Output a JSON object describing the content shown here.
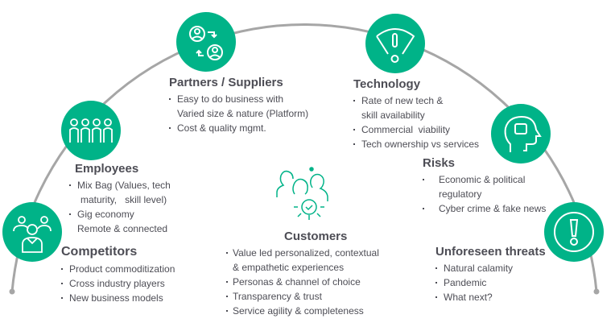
{
  "accent_color": "#00b388",
  "sections": {
    "partners": {
      "icon": "partner-exchange-icon",
      "title": "Partners / Suppliers",
      "items": [
        [
          "Easy to do business with",
          "Varied size & nature (Platform)"
        ],
        [
          "Cost & quality mgmt."
        ]
      ]
    },
    "technology": {
      "icon": "gauge-alert-icon",
      "title": "Technology",
      "items": [
        [
          "Rate of new tech &",
          "skill availability"
        ],
        [
          "Commercial  viability"
        ],
        [
          "Tech ownership vs services"
        ]
      ]
    },
    "employees": {
      "icon": "people-group-icon",
      "title": "Employees",
      "items": [
        [
          "Mix Bag (Values, tech",
          "maturity,   skill level)"
        ],
        [
          "Gig economy",
          "Remote & connected"
        ]
      ]
    },
    "risks": {
      "icon": "head-puzzle-icon",
      "title": "Risks",
      "items": [
        [
          "Economic & political",
          "regulatory"
        ],
        [
          "Cyber crime & fake news"
        ]
      ]
    },
    "competitors": {
      "icon": "competitors-group-icon",
      "title": "Competitors",
      "items": [
        [
          "Product commoditization"
        ],
        [
          "Cross industry players"
        ],
        [
          "New business models"
        ]
      ]
    },
    "unforeseen": {
      "icon": "exclamation-icon",
      "title": "Unforeseen threats",
      "items": [
        [
          "Natural calamity"
        ],
        [
          "Pandemic"
        ],
        [
          "What next?"
        ]
      ]
    },
    "customers": {
      "icon": "customers-hub-icon",
      "title": "Customers",
      "items": [
        [
          "Value led personalized, contextual",
          "& empathetic experiences"
        ],
        [
          "Personas & channel of choice"
        ],
        [
          "Transparency & trust"
        ],
        [
          "Service agility & completeness"
        ]
      ]
    }
  }
}
